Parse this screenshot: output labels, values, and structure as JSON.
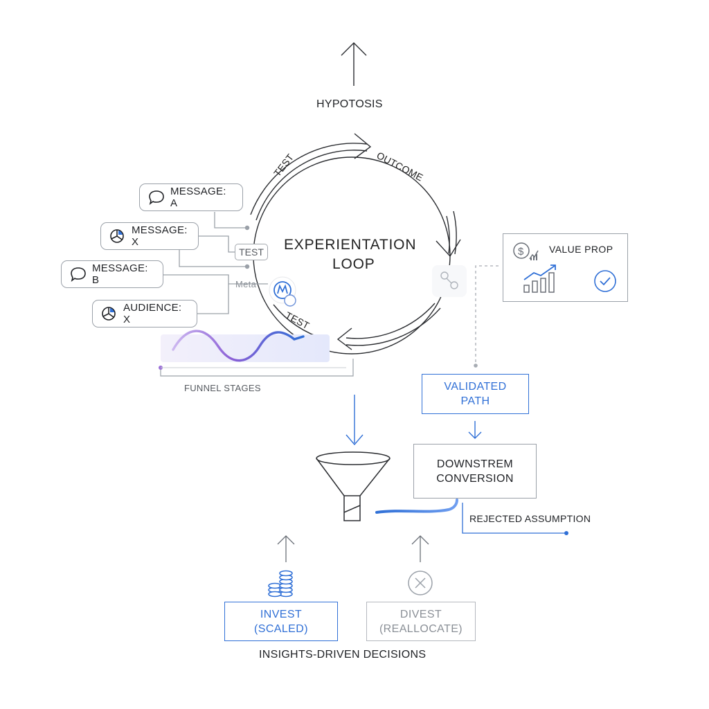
{
  "title": {
    "top": "HYPOTOSIS",
    "bottom": "INSIGHTS-DRIVEN DECISIONS"
  },
  "loop": {
    "center_line1": "EXPERIENTATION",
    "center_line2": "LOOP",
    "arc_labels": {
      "test_top": "TEST",
      "outcome": "OUTCOME",
      "test_bottom": "TEST"
    },
    "test_tag": "TEST",
    "meta_label": "Meta"
  },
  "chips": [
    {
      "label": "MESSAGE: A",
      "icon": "speech-bubble-icon"
    },
    {
      "label": "MESSAGE: X",
      "icon": "pie-chart-icon"
    },
    {
      "label": "MESSAGE: B",
      "icon": "speech-bubble-icon"
    },
    {
      "label": "AUDIENCE: X",
      "icon": "pie-chart-icon"
    }
  ],
  "funnel_stages_label": "FUNNEL STAGES",
  "value_prop": {
    "label": "VALUE PROP",
    "icons": [
      "dollar-growth-icon",
      "bar-chart-growth-icon",
      "check-circle-icon"
    ]
  },
  "validated_path": {
    "line1": "VALIDATED",
    "line2": "PATH"
  },
  "downstream": {
    "line1": "DOWNSTREM",
    "line2": "CONVERSION"
  },
  "rejected_assumption": "REJECTED ASSUMPTION",
  "invest": {
    "line1": "INVEST",
    "line2": "(SCALED)",
    "icon": "coin-stack-icon"
  },
  "divest": {
    "line1": "DIVEST",
    "line2": "(REALLOCATE)",
    "icon": "x-circle-icon"
  },
  "colors": {
    "accent_blue": "#2f6fd6",
    "muted_gray": "#9aa0a8",
    "ink": "#1e2024",
    "wave_purple": "#9b6fd8"
  }
}
